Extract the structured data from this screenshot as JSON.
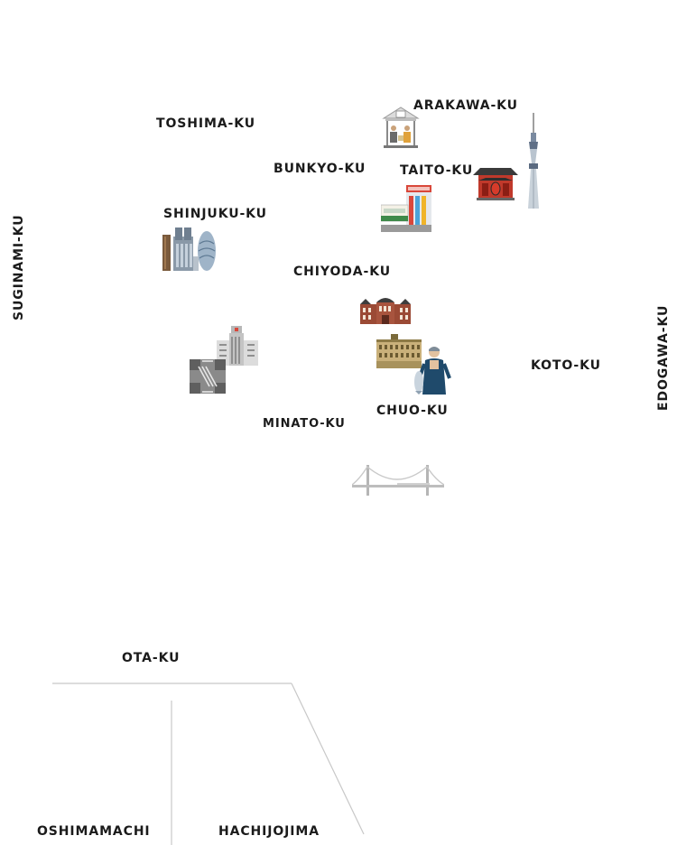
{
  "wards": {
    "toshima": "TOSHIMA-KU",
    "arakawa": "ARAKAWA-KU",
    "bunkyo": "BUNKYO-KU",
    "taito": "TAITO-KU",
    "shinjuku": "SHINJUKU-KU",
    "suginami": "SUGINAMI-KU",
    "chiyoda": "CHIYODA-KU",
    "koto": "KOTO-KU",
    "edogawa": "EDOGAWA-KU",
    "chuo": "CHUO-KU",
    "minato": "MINATO-KU",
    "ota": "OTA-KU"
  },
  "islands": {
    "oshima": "OSHIMAMACHI",
    "hachijo": "HACHIJOJIMA"
  },
  "icons": [
    "arakawa-market-icon",
    "skytree-icon",
    "kaminarimon-gate-icon",
    "denki-town-icon",
    "tocho-skyscrapers-icon",
    "tokyo-station-icon",
    "chuo-building-icon",
    "fishmonger-icon",
    "roppongi-office-icon",
    "crossing-icon",
    "rainbow-bridge-icon"
  ],
  "colors": {
    "text": "#1b1b1b",
    "lines": "#c8c8c8",
    "brick": "#8b3a2b",
    "gate_red": "#c0392b"
  }
}
